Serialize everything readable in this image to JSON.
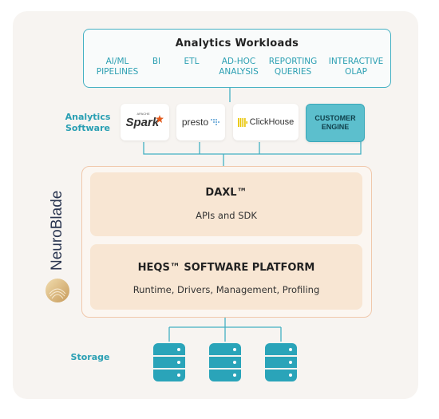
{
  "workloads": {
    "title": "Analytics Workloads",
    "items": [
      {
        "line1": "AI/ML",
        "line2": "PIPELINES"
      },
      {
        "line1": "BI",
        "line2": ""
      },
      {
        "line1": "ETL",
        "line2": ""
      },
      {
        "line1": "AD-HOC",
        "line2": "ANALYSIS"
      },
      {
        "line1": "REPORTING",
        "line2": "QUERIES"
      },
      {
        "line1": "INTERACTIVE",
        "line2": "OLAP"
      }
    ]
  },
  "software": {
    "label_line1": "Analytics",
    "label_line2": "Software",
    "tiles": [
      {
        "name": "Spark",
        "small": "APACHE"
      },
      {
        "name": "presto"
      },
      {
        "name": "ClickHouse"
      },
      {
        "line1": "CUSTOMER",
        "line2": "ENGINE"
      }
    ]
  },
  "neuroblade": {
    "brand": "NeuroBlade",
    "daxl": {
      "title": "DAXL™",
      "subtitle": "APIs and SDK"
    },
    "heqs": {
      "title": "HEQS™ SOFTWARE PLATFORM",
      "subtitle": "Runtime, Drivers, Management, Profiling"
    }
  },
  "storage": {
    "label": "Storage"
  },
  "colors": {
    "accent": "#43b0c3",
    "peach": "#f8e6d3",
    "db": "#2aa4b9"
  },
  "icons": [
    "spark-logo-icon",
    "presto-logo-icon",
    "clickhouse-logo-icon",
    "neuroblade-logo-icon",
    "database-icon"
  ]
}
